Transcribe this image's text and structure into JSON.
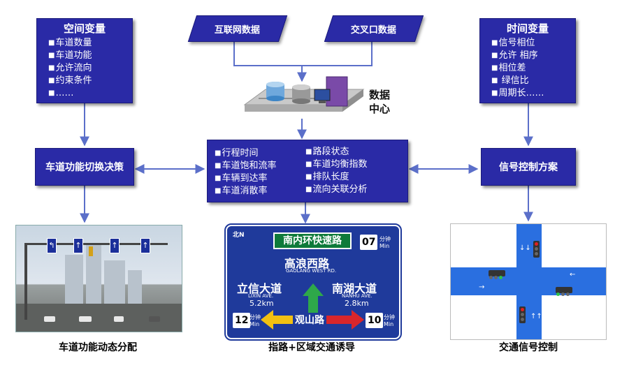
{
  "spatial": {
    "title": "空间变量",
    "items": [
      "车道数量",
      "车道功能",
      "允许流向",
      "约束条件",
      "……"
    ]
  },
  "temporal": {
    "title": "时间变量",
    "items": [
      "信号相位",
      "允许 相序",
      "相位差",
      " 绿信比",
      "周期长……"
    ]
  },
  "inputs": {
    "internet": "互联网数据",
    "intersection": "交叉口数据"
  },
  "data_center": {
    "label": "数据中心"
  },
  "center_metrics": {
    "left": [
      "行程时间",
      "车道饱和流率",
      "车辆到达率",
      "车道消散率"
    ],
    "right": [
      "路段状态",
      "车道均衡指数",
      "排队长度",
      "流向关联分析"
    ]
  },
  "lane_decision": {
    "label": "车道功能切换决策"
  },
  "signal_plan": {
    "label": "信号控制方案"
  },
  "captions": {
    "left": "车道功能动态分配",
    "middle": "指路+区域交通诱导",
    "right": "交通信号控制"
  },
  "guide_sign": {
    "north": "北N",
    "expressway": "南内环快速路",
    "time_top": "07",
    "time_left": "12",
    "time_right": "10",
    "minute_cn": "分钟",
    "minute_en": "Min",
    "main_road_cn": "高浪西路",
    "main_road_en": "GAOLANG WEST RD.",
    "left_road_cn": "立信大道",
    "left_road_en": "LIXIN AVE.",
    "left_dist": "5.2km",
    "right_road_cn": "南湖大道",
    "right_road_en": "NANHU AVE.",
    "right_dist": "2.8km",
    "cross_road_cn": "观山路"
  },
  "colors": {
    "box_fill": "#2a2aa6",
    "arrow": "#5b6fc9",
    "road_blue": "#2a6fe0",
    "sign_blue": "#1f3a9b",
    "sign_green": "#0e7a3a"
  }
}
